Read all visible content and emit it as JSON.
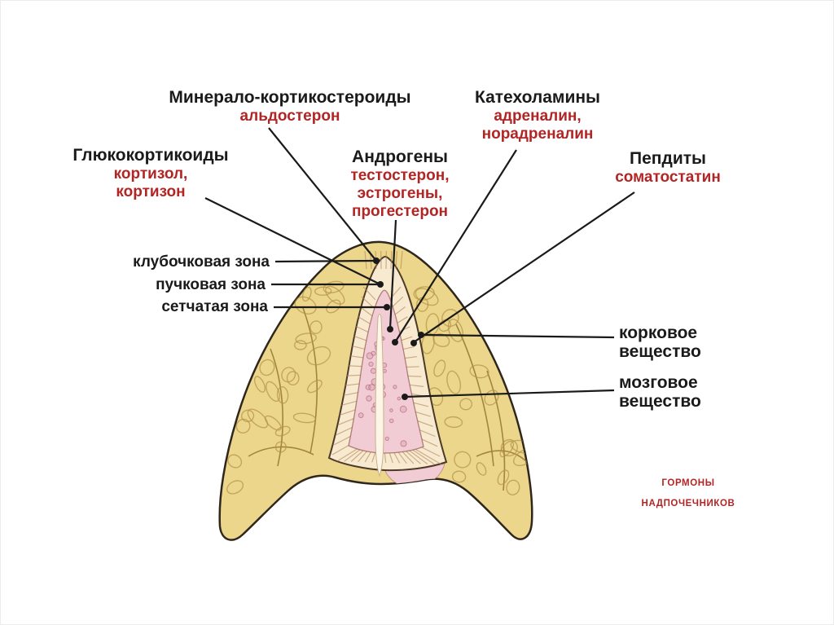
{
  "colors": {
    "accent_red": "#b22525",
    "text": "#1a1a1a",
    "cortex_yellow": "#ecd68c",
    "band_cream": "#f8ead0",
    "medulla_pink": "#f2ccd5"
  },
  "labels": {
    "mineralo": {
      "title": "Минерало-кортикостероиды",
      "line1": "альдостерон"
    },
    "catecholamines": {
      "title": "Катехоламины",
      "line1": "адреналин,",
      "line2": "норадреналин"
    },
    "gluco": {
      "title": "Глюкокортикоиды",
      "line1": "кортизол,",
      "line2": "кортизон"
    },
    "androgens": {
      "title": "Андрогены",
      "line1": "тестостерон,",
      "line2": "эстрогены,",
      "line3": "прогестерон"
    },
    "peptides": {
      "title": "Пепдиты",
      "line1": "соматостатин"
    },
    "zones": {
      "glomerulosa": "клубочковая зона",
      "fasciculata": "пучковая зона",
      "reticularis": "сетчатая зона"
    },
    "cortex": {
      "line1": "корковое",
      "line2": "вещество"
    },
    "medulla": {
      "line1": "мозговое",
      "line2": "вещество"
    },
    "footer": {
      "line1": "ГОРМОНЫ",
      "line2": "НАДПОЧЕЧНИКОВ"
    }
  }
}
